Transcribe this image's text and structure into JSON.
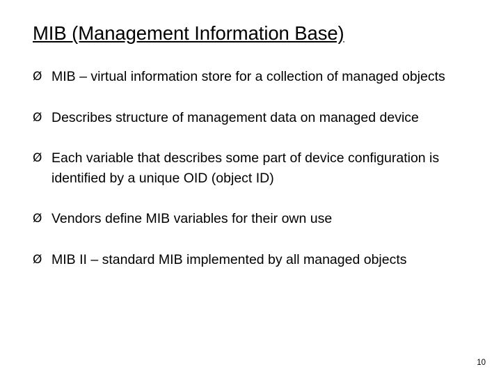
{
  "slide": {
    "title": "MIB (Management Information Base)",
    "bullet_marker": "Ø",
    "bullets": [
      "MIB – virtual information store for a collection of managed objects",
      "Describes structure of management data on managed device",
      "Each variable that describes some part of device configuration is identified by a unique OID (object ID)",
      "Vendors define MIB variables for their own use",
      "MIB II – standard MIB implemented by all managed objects"
    ],
    "page_number": "10"
  }
}
